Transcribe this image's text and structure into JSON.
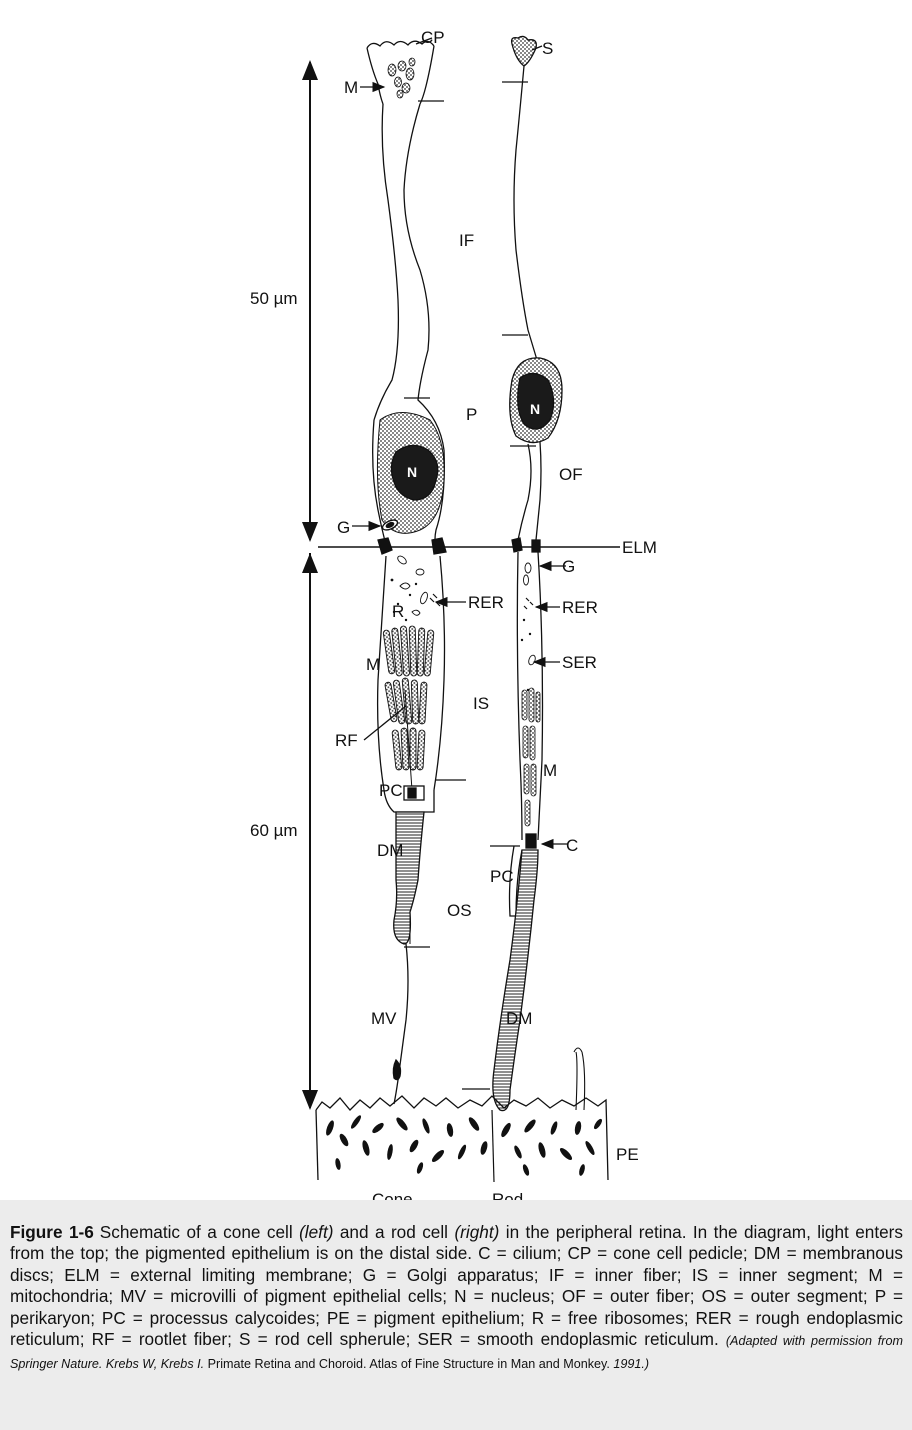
{
  "scale_bars": {
    "upper": "50 µm",
    "lower": "60 µm"
  },
  "cell_names": {
    "cone": "Cone",
    "rod": "Rod"
  },
  "labels": {
    "CP": "CP",
    "S": "S",
    "M_top": "M",
    "IF": "IF",
    "P": "P",
    "N_cone": "N",
    "N_rod": "N",
    "OF": "OF",
    "G_left": "G",
    "ELM": "ELM",
    "G_right": "G",
    "RER_left": "RER",
    "RER_right": "RER",
    "R": "R",
    "M_cone": "M",
    "SER": "SER",
    "IS": "IS",
    "RF": "RF",
    "M_rod": "M",
    "PC_left": "PC",
    "C": "C",
    "DM_left": "DM",
    "PC_right": "PC",
    "OS": "OS",
    "MV": "MV",
    "DM_right": "DM",
    "PE": "PE"
  },
  "caption": {
    "figure_label": "Figure 1-6",
    "text_1": "Schematic of a cone cell ",
    "left": "(left)",
    "text_2": " and a rod cell ",
    "right": "(right)",
    "text_3": " in the peripheral retina. In the diagram, light enters from the top; the pigmented epithelium is on the distal side. C = cilium; CP = cone cell pedicle; DM = membranous discs; ELM = external limiting membrane; G = Golgi apparatus; IF = inner fiber; IS = inner segment; M = mitochondria; MV = microvilli of pigment epithelial cells; N = nucleus; OF = outer fiber; OS = outer segment; P = perikaryon; PC = processus calycoides; PE = pigment epithelium; R = free ribosomes; RER = rough endoplasmic reticulum; RF = rootlet fiber; S = rod cell spherule; SER = smooth endoplasmic reticulum.",
    "credit_1": "(Adapted with permission from Springer Nature. Krebs W, Krebs I.",
    "credit_book": "Primate Retina and Choroid. Atlas of Fine Structure in Man and Monkey.",
    "credit_year": "1991.)"
  },
  "colors": {
    "ink": "#111111",
    "nucleus_fill": "#1a1a1a",
    "caption_bg": "#ececec"
  }
}
